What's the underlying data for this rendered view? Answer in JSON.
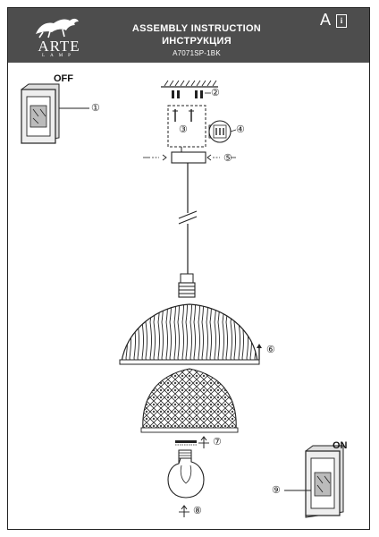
{
  "header": {
    "brand": "ARTE",
    "brand_sub": "LAMP",
    "title_en": "ASSEMBLY INSTRUCTION",
    "title_ru": "ИНСТРУКЦИЯ",
    "model": "A7071SP-1BK",
    "letter": "A",
    "info_icon_label": "i"
  },
  "switch_off": {
    "label": "OFF",
    "step": "①"
  },
  "switch_on": {
    "label": "ON",
    "step": "⑨"
  },
  "steps": {
    "s2": "②",
    "s3": "③",
    "s4": "④",
    "s5": "⑤",
    "s6": "⑥",
    "s7": "⑦",
    "s8": "⑧"
  }
}
